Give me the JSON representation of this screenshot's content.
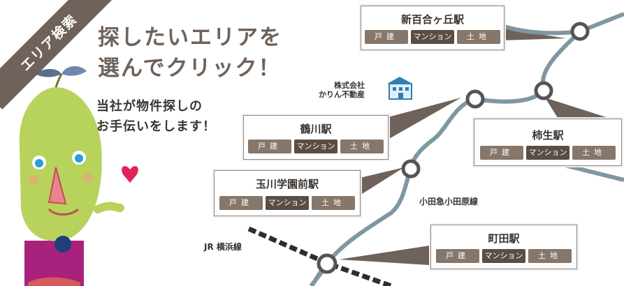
{
  "ribbon": {
    "label": "エリア検索"
  },
  "headline": {
    "line1": "探したいエリアを",
    "line2": "選んでクリック！"
  },
  "subline": {
    "line1": "当社が物件探しの",
    "line2": "お手伝いをします！"
  },
  "company": {
    "line1": "株式会社",
    "line2": "かりん不動産"
  },
  "lines": {
    "odakyu": "小田急小田原線",
    "jr": "JR 横浜線"
  },
  "colors": {
    "brand": "#6e625a",
    "rail": "#7f97a2",
    "button": "#86776a",
    "button_dark": "#5a4d44"
  },
  "stations": [
    {
      "id": "shinyurigaoka",
      "name": "新百合ヶ丘駅",
      "house": "戸建",
      "mansion": "マンション",
      "land": "土地"
    },
    {
      "id": "kakio",
      "name": "柿生駅",
      "house": "戸建",
      "mansion": "マンション",
      "land": "土地"
    },
    {
      "id": "tsurukawa",
      "name": "鶴川駅",
      "house": "戸建",
      "mansion": "マンション",
      "land": "土地"
    },
    {
      "id": "tamagawagakuenmae",
      "name": "玉川学園前駅",
      "house": "戸建",
      "mansion": "マンション",
      "land": "土地"
    },
    {
      "id": "machida",
      "name": "町田駅",
      "house": "戸建",
      "mansion": "マンション",
      "land": "土地"
    }
  ]
}
